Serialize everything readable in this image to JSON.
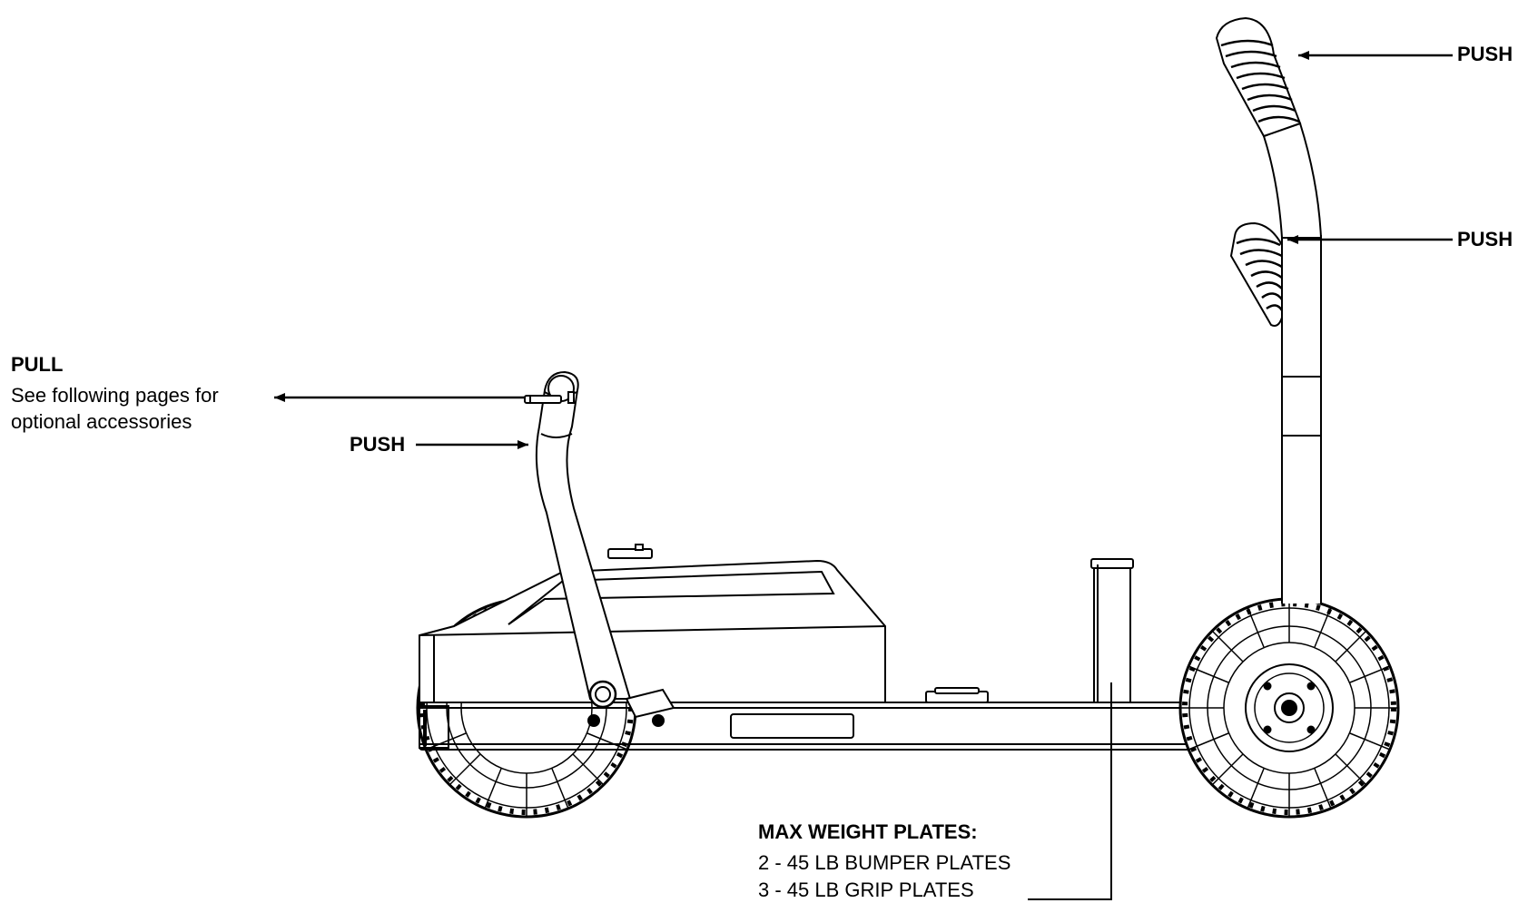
{
  "labels": {
    "push_top": "PUSH",
    "push_mid": "PUSH",
    "push_left": "PUSH",
    "pull_title": "PULL",
    "pull_line1": "See following pages for",
    "pull_line2": "optional accessories",
    "max_title": "MAX WEIGHT PLATES:",
    "max_line1": "2 - 45 LB BUMPER PLATES",
    "max_line2": "3 - 45 LB GRIP PLATES"
  },
  "colors": {
    "ink": "#000000",
    "paper": "#ffffff"
  }
}
